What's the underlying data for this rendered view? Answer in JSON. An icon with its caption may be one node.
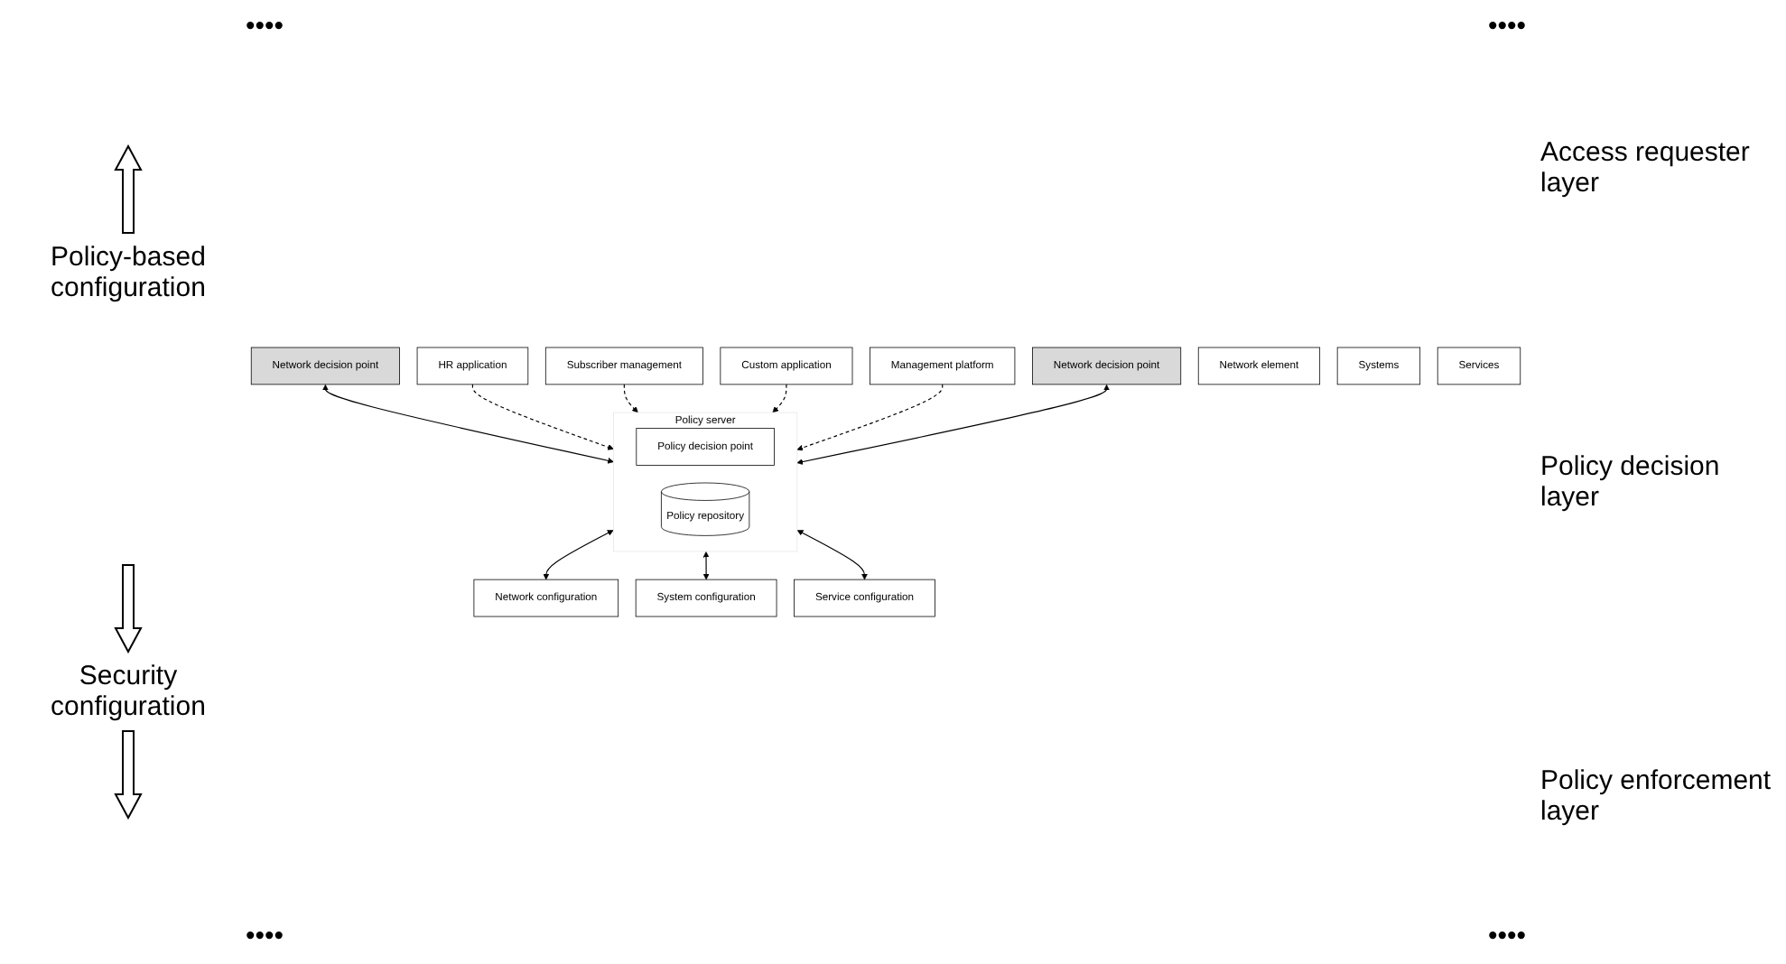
{
  "diagram": {
    "nodes": [
      {
        "text": [
          "Network decision point"
        ]
      },
      {
        "text": [
          "HR application"
        ]
      },
      {
        "text": [
          "Subscriber management"
        ]
      },
      {
        "text": [
          "Custom application"
        ]
      },
      {
        "text": [
          "Management platform"
        ]
      },
      {
        "text": [
          "Policy server"
        ]
      },
      {
        "text": [
          "Policy decision point"
        ],
        "in": 5
      },
      {
        "text": [
          "Policy repository"
        ],
        "in": 5
      },
      {
        "text": [
          "Network decision point"
        ]
      },
      {
        "text": [
          "Network configuration"
        ]
      },
      {
        "text": [
          "System configuration"
        ]
      },
      {
        "text": [
          "Service configuration"
        ]
      },
      {
        "text": [
          "Network element"
        ]
      },
      {
        "text": [
          "Systems"
        ]
      },
      {
        "text": [
          "Services"
        ]
      }
    ],
    "edges": [
      {
        "from": 0,
        "to": 5,
        "arrow": "both"
      },
      {
        "from": 1,
        "to": 5,
        "arrow": "to",
        "style": "dashed"
      },
      {
        "from": 2,
        "to": 5,
        "arrow": "to",
        "style": "dashed"
      },
      {
        "from": 3,
        "to": 5,
        "arrow": "to",
        "style": "dashed"
      },
      {
        "from": 4,
        "to": 5,
        "arrow": "to",
        "style": "dashed"
      },
      {
        "from": 8,
        "to": 5,
        "arrow": "both"
      },
      {
        "from": 5,
        "to": 9,
        "arrow": "both"
      },
      {
        "from": 5,
        "to": 10,
        "arrow": "both"
      },
      {
        "from": 5,
        "to": 11,
        "arrow": "both"
      }
    ],
    "labels": [
      "••••",
      "••••",
      "Access requester layer",
      "Policy-based configuration",
      "Policy decision layer",
      "Security configuration",
      "Policy enforcement layer",
      "••••",
      "••••"
    ]
  }
}
